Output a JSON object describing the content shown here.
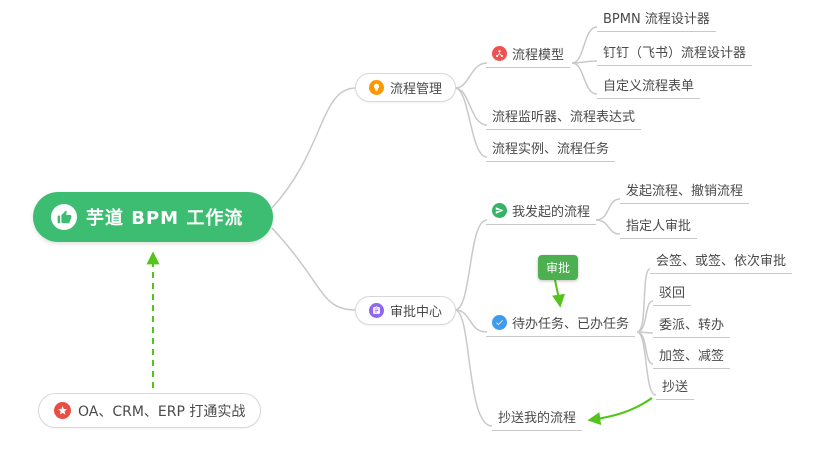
{
  "root": {
    "label": "芋道 BPM 工作流",
    "icon": "thumbs-up"
  },
  "note": {
    "label": "OA、CRM、ERP 打通实战",
    "icon": "star"
  },
  "process": {
    "label": "流程管理",
    "icon": "lightbulb",
    "model": {
      "label": "流程模型",
      "icon": "flow-hub",
      "children": [
        "BPMN 流程设计器",
        "钉钉（飞书）流程设计器",
        "自定义流程表单"
      ]
    },
    "listener": "流程监听器、流程表达式",
    "instance": "流程实例、流程任务"
  },
  "approval": {
    "label": "审批中心",
    "icon": "clipboard",
    "tag": "审批",
    "my_initiated": {
      "label": "我发起的流程",
      "icon": "send",
      "children": [
        "发起流程、撤销流程",
        "指定人审批"
      ]
    },
    "todo": {
      "label": "待办任务、已办任务",
      "icon": "check",
      "children": [
        "会签、或签、依次审批",
        "驳回",
        "委派、转办",
        "加签、减签",
        "抄送"
      ]
    },
    "cc_my": "抄送我的流程"
  },
  "colors": {
    "root_bg": "#3dbd72",
    "edge": "#c9c9c9",
    "arrow": "#52c41a",
    "tag_bg": "#4cb050",
    "icon_orange": "#ff9800",
    "icon_red": "#ef5350",
    "icon_purple": "#9068ec",
    "icon_green": "#36b365",
    "icon_blue": "#3d9bf0",
    "icon_star_red": "#eb4d44"
  }
}
